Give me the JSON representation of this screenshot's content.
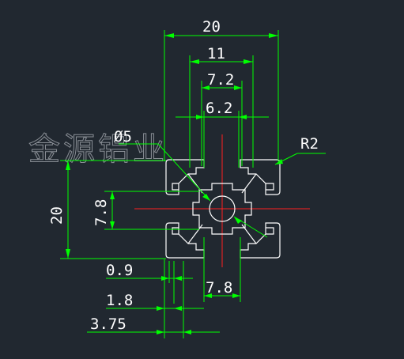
{
  "watermark": "金源铝业",
  "colors": {
    "background": "#212830",
    "dimension": "#00ff00",
    "profile": "#ffffff",
    "centerline": "#ff2020",
    "text": "#ffffff"
  },
  "dimensions": {
    "overall_width": "20",
    "slot_outer_width": "11",
    "slot_opening_outer": "7.2",
    "slot_opening_inner": "6.2",
    "center_hole": "Ø5",
    "corner_radius": "R2",
    "overall_height": "20",
    "core_height": "7.8",
    "wall_thickness": "0.9",
    "slot_depth": "1.8",
    "flange_offset": "3.75",
    "core_width": "7.8"
  }
}
